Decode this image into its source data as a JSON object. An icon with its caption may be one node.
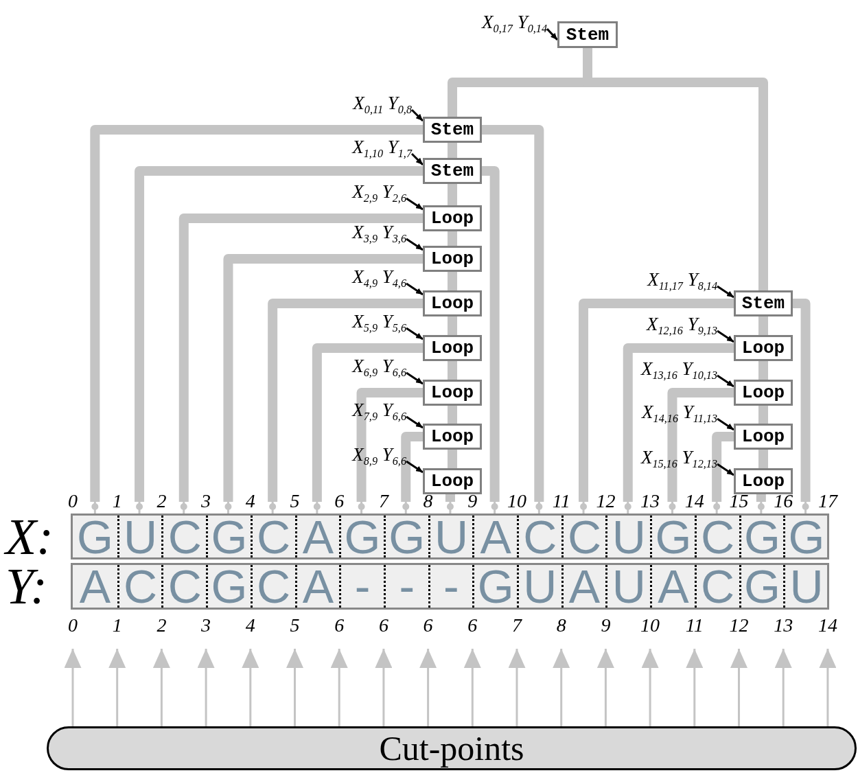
{
  "diagram": {
    "nodes": [
      {
        "text": [
          "X$_{0,17}$ Y$_{0,14}$"
        ]
      },
      {
        "text": [
          "Stem"
        ]
      },
      {
        "text": [
          "X$_{0,11}$ Y$_{0,8}$"
        ]
      },
      {
        "text": [
          "Stem"
        ]
      },
      {
        "text": [
          "X$_{1,10}$ Y$_{1,7}$"
        ]
      },
      {
        "text": [
          "Stem"
        ]
      },
      {
        "text": [
          "X$_{2,9}$ Y$_{2,6}$"
        ]
      },
      {
        "text": [
          "Loop"
        ]
      },
      {
        "text": [
          "X$_{3,9}$ Y$_{3,6}$"
        ]
      },
      {
        "text": [
          "Loop"
        ]
      },
      {
        "text": [
          "X$_{4,9}$ Y$_{4,6}$"
        ]
      },
      {
        "text": [
          "Loop"
        ]
      },
      {
        "text": [
          "X$_{5,9}$ Y$_{5,6}$"
        ]
      },
      {
        "text": [
          "Loop"
        ]
      },
      {
        "text": [
          "X$_{6,9}$ Y$_{6,6}$"
        ]
      },
      {
        "text": [
          "Loop"
        ]
      },
      {
        "text": [
          "X$_{7,9}$ Y$_{6,6}$"
        ]
      },
      {
        "text": [
          "Loop"
        ]
      },
      {
        "text": [
          "X$_{8,9}$ Y$_{6,6}$"
        ]
      },
      {
        "text": [
          "Loop"
        ]
      },
      {
        "text": [
          "X$_{11,17}$ Y$_{8,14}$"
        ]
      },
      {
        "text": [
          "Stem"
        ]
      },
      {
        "text": [
          "X$_{12,16}$ Y$_{9,13}$"
        ]
      },
      {
        "text": [
          "Loop"
        ]
      },
      {
        "text": [
          "X$_{13,16}$ Y$_{10,13}$"
        ]
      },
      {
        "text": [
          "Loop"
        ]
      },
      {
        "text": [
          "X$_{14,16}$ Y$_{11,13}$"
        ]
      },
      {
        "text": [
          "Loop"
        ]
      },
      {
        "text": [
          "X$_{15,16}$ Y$_{12,13}$"
        ]
      },
      {
        "text": [
          "Loop"
        ]
      },
      {
        "text": [
          "X:"
        ]
      },
      {
        "text": [
          "G"
        ],
        "in": 30
      },
      {
        "text": [
          "U"
        ],
        "in": 30
      },
      {
        "text": [
          "C"
        ],
        "in": 30
      },
      {
        "text": [
          "G"
        ],
        "in": 30
      },
      {
        "text": [
          "C"
        ],
        "in": 30
      },
      {
        "text": [
          "A"
        ],
        "in": 30
      },
      {
        "text": [
          "G"
        ],
        "in": 30
      },
      {
        "text": [
          "G"
        ],
        "in": 30
      },
      {
        "text": [
          "U"
        ],
        "in": 30
      },
      {
        "text": [
          "A"
        ],
        "in": 30
      },
      {
        "text": [
          "C"
        ],
        "in": 30
      },
      {
        "text": [
          "C"
        ],
        "in": 30
      },
      {
        "text": [
          "U"
        ],
        "in": 30
      },
      {
        "text": [
          "G"
        ],
        "in": 30
      },
      {
        "text": [
          "C"
        ],
        "in": 30
      },
      {
        "text": [
          "G"
        ],
        "in": 30
      },
      {
        "text": [
          "G"
        ],
        "in": 30
      },
      {
        "text": [
          "Y:"
        ]
      },
      {
        "text": [
          "A"
        ],
        "in": 48
      },
      {
        "text": [
          "C"
        ],
        "in": 48
      },
      {
        "text": [
          "C"
        ],
        "in": 48
      },
      {
        "text": [
          "G"
        ],
        "in": 48
      },
      {
        "text": [
          "C"
        ],
        "in": 48
      },
      {
        "text": [
          "A"
        ],
        "in": 48
      },
      {
        "text": [
          "-"
        ],
        "in": 48
      },
      {
        "text": [
          "-"
        ],
        "in": 48
      },
      {
        "text": [
          "-"
        ],
        "in": 48
      },
      {
        "text": [
          "G"
        ],
        "in": 48
      },
      {
        "text": [
          "U"
        ],
        "in": 48
      },
      {
        "text": [
          "A"
        ],
        "in": 48
      },
      {
        "text": [
          "U"
        ],
        "in": 48
      },
      {
        "text": [
          "A"
        ],
        "in": 48
      },
      {
        "text": [
          "C"
        ],
        "in": 48
      },
      {
        "text": [
          "G"
        ],
        "in": 48
      },
      {
        "text": [
          "U"
        ],
        "in": 48
      },
      {
        "text": [
          "Cut-points"
        ]
      }
    ],
    "edges": [
      {
        "from": 1,
        "to": 3,
        "arrow": "none",
        "style": "thick"
      },
      {
        "from": 1,
        "to": 21,
        "arrow": "none",
        "style": "thick"
      },
      {
        "from": 3,
        "to": 31,
        "arrow": "other",
        "style": "thick"
      },
      {
        "from": 3,
        "to": 41,
        "arrow": "other",
        "style": "thick"
      },
      {
        "from": 3,
        "to": 5,
        "arrow": "none",
        "style": "thick"
      },
      {
        "from": 5,
        "to": 32,
        "arrow": "other",
        "style": "thick"
      },
      {
        "from": 5,
        "to": 40,
        "arrow": "other",
        "style": "thick"
      },
      {
        "from": 5,
        "to": 7,
        "arrow": "none",
        "style": "thick"
      },
      {
        "from": 7,
        "to": 33,
        "arrow": "other",
        "style": "thick"
      },
      {
        "from": 7,
        "to": 9,
        "arrow": "none",
        "style": "thick"
      },
      {
        "from": 9,
        "to": 34,
        "arrow": "other",
        "style": "thick"
      },
      {
        "from": 9,
        "to": 11,
        "arrow": "none",
        "style": "thick"
      },
      {
        "from": 11,
        "to": 35,
        "arrow": "other",
        "style": "thick"
      },
      {
        "from": 11,
        "to": 13,
        "arrow": "none",
        "style": "thick"
      },
      {
        "from": 13,
        "to": 36,
        "arrow": "other",
        "style": "thick"
      },
      {
        "from": 13,
        "to": 15,
        "arrow": "none",
        "style": "thick"
      },
      {
        "from": 15,
        "to": 37,
        "arrow": "other",
        "style": "thick"
      },
      {
        "from": 15,
        "to": 17,
        "arrow": "none",
        "style": "thick"
      },
      {
        "from": 17,
        "to": 38,
        "arrow": "other",
        "style": "thick"
      },
      {
        "from": 17,
        "to": 19,
        "arrow": "none",
        "style": "thick"
      },
      {
        "from": 19,
        "to": 39,
        "arrow": "other",
        "style": "thick"
      },
      {
        "from": 21,
        "to": 42,
        "arrow": "other",
        "style": "thick"
      },
      {
        "from": 21,
        "to": 47,
        "arrow": "other",
        "style": "thick"
      },
      {
        "from": 21,
        "to": 23,
        "arrow": "none",
        "style": "thick"
      },
      {
        "from": 23,
        "to": 43,
        "arrow": "other",
        "style": "thick"
      },
      {
        "from": 23,
        "to": 25,
        "arrow": "none",
        "style": "thick"
      },
      {
        "from": 25,
        "to": 44,
        "arrow": "other",
        "style": "thick"
      },
      {
        "from": 25,
        "to": 27,
        "arrow": "none",
        "style": "thick"
      },
      {
        "from": 27,
        "to": 45,
        "arrow": "other",
        "style": "thick"
      },
      {
        "from": 27,
        "to": 29,
        "arrow": "none",
        "style": "thick"
      },
      {
        "from": 29,
        "to": 46,
        "arrow": "other",
        "style": "thick"
      },
      {
        "from": 0,
        "to": 1,
        "arrow": "to",
        "color": "#000000"
      },
      {
        "from": 2,
        "to": 3,
        "arrow": "to",
        "color": "#000000"
      },
      {
        "from": 4,
        "to": 5,
        "arrow": "to",
        "color": "#000000"
      },
      {
        "from": 6,
        "to": 7,
        "arrow": "to",
        "color": "#000000"
      },
      {
        "from": 8,
        "to": 9,
        "arrow": "to",
        "color": "#000000"
      },
      {
        "from": 10,
        "to": 11,
        "arrow": "to",
        "color": "#000000"
      },
      {
        "from": 12,
        "to": 13,
        "arrow": "to",
        "color": "#000000"
      },
      {
        "from": 14,
        "to": 15,
        "arrow": "to",
        "color": "#000000"
      },
      {
        "from": 16,
        "to": 17,
        "arrow": "to",
        "color": "#000000"
      },
      {
        "from": 18,
        "to": 19,
        "arrow": "to",
        "color": "#000000"
      },
      {
        "from": 20,
        "to": 21,
        "arrow": "to",
        "color": "#000000"
      },
      {
        "from": 22,
        "to": 23,
        "arrow": "to",
        "color": "#000000"
      },
      {
        "from": 24,
        "to": 25,
        "arrow": "to",
        "color": "#000000"
      },
      {
        "from": 26,
        "to": 27,
        "arrow": "to",
        "color": "#000000"
      },
      {
        "from": 28,
        "to": 29,
        "arrow": "to",
        "color": "#000000"
      },
      {
        "from": 66,
        "to": null,
        "arrow": "to"
      },
      {
        "from": 66,
        "to": null,
        "arrow": "to"
      },
      {
        "from": 66,
        "to": null,
        "arrow": "to"
      },
      {
        "from": 66,
        "to": null,
        "arrow": "to"
      },
      {
        "from": 66,
        "to": null,
        "arrow": "to"
      },
      {
        "from": 66,
        "to": null,
        "arrow": "to"
      },
      {
        "from": 66,
        "to": null,
        "arrow": "to"
      },
      {
        "from": 66,
        "to": null,
        "arrow": "to"
      },
      {
        "from": 66,
        "to": null,
        "arrow": "to"
      },
      {
        "from": 66,
        "to": null,
        "arrow": "to"
      },
      {
        "from": 66,
        "to": null,
        "arrow": "to"
      },
      {
        "from": 66,
        "to": null,
        "arrow": "to"
      },
      {
        "from": 66,
        "to": null,
        "arrow": "to"
      },
      {
        "from": 66,
        "to": null,
        "arrow": "to"
      },
      {
        "from": 66,
        "to": null,
        "arrow": "to"
      },
      {
        "from": 66,
        "to": null,
        "arrow": "to"
      },
      {
        "from": 66,
        "to": null,
        "arrow": "to"
      },
      {
        "from": 66,
        "to": null,
        "arrow": "to"
      }
    ],
    "labels": [
      "0",
      "1",
      "2",
      "3",
      "4",
      "5",
      "6",
      "7",
      "8",
      "9",
      "10",
      "11",
      "12",
      "13",
      "14",
      "15",
      "16",
      "17",
      "0",
      "1",
      "2",
      "3",
      "4",
      "5",
      "6",
      "6",
      "6",
      "6",
      "7",
      "8",
      "9",
      "10",
      "11",
      "12",
      "13",
      "14"
    ]
  }
}
